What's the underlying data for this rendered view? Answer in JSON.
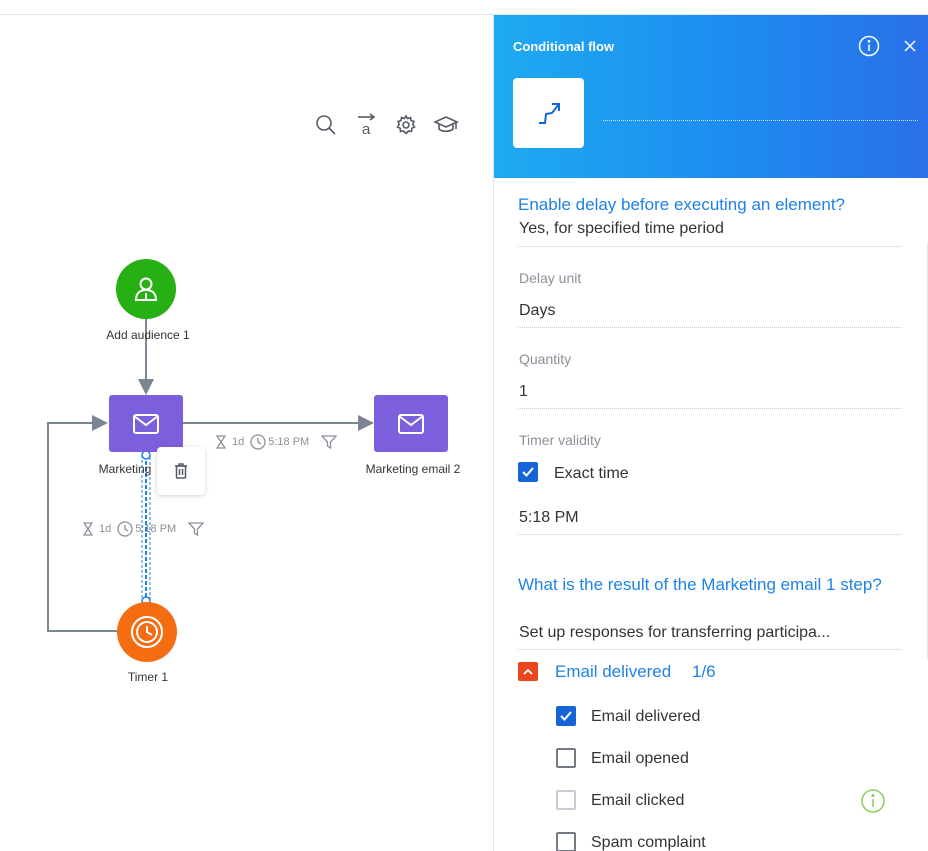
{
  "canvas": {
    "toolbar": {
      "search_icon": "search-icon",
      "sort_icon": "sort-alpha-icon",
      "sort_letter": "a",
      "settings_icon": "gear-icon",
      "academy_icon": "graduation-cap-icon"
    },
    "nodes": {
      "audience": {
        "label": "Add audience 1",
        "color": "#27b014",
        "icon": "audience-user-icon"
      },
      "email1": {
        "label": "Marketing",
        "color": "#7c5fdc",
        "icon": "envelope-icon"
      },
      "email2": {
        "label": "Marketing email 2",
        "color": "#7c5fdc",
        "icon": "envelope-icon"
      },
      "timer": {
        "label": "Timer 1",
        "color": "#f46d13",
        "icon": "clock-icon"
      }
    },
    "edge_right": {
      "delay": "1d",
      "time": "5:18 PM"
    },
    "edge_down": {
      "delay": "1d",
      "time": "5:18 PM"
    },
    "delete_icon": "trash-icon"
  },
  "panel": {
    "title": "Conditional flow",
    "info_icon": "info-icon",
    "close_icon": "close-icon",
    "element_icon": "conditional-flow-arrow-icon",
    "header_color": "#1d8cf0",
    "question_delay": "Enable delay before executing an element?",
    "delay_answer": "Yes, for specified time period",
    "delay_unit_label": "Delay unit",
    "delay_unit_value": "Days",
    "quantity_label": "Quantity",
    "quantity_value": "1",
    "timer_validity_label": "Timer validity",
    "exact_time_label": "Exact time",
    "exact_time_checked": true,
    "time_value": "5:18 PM",
    "question_result": "What is the result of the Marketing email 1 step?",
    "responses_value": "Set up responses for transferring participa...",
    "group": {
      "title": "Email delivered",
      "count": "1/6",
      "collapse_icon": "chevron-up-icon",
      "accent": "#e8471b",
      "items": [
        {
          "label": "Email delivered",
          "checked": true,
          "enabled": true
        },
        {
          "label": "Email opened",
          "checked": false,
          "enabled": true
        },
        {
          "label": "Email clicked",
          "checked": false,
          "enabled": false
        },
        {
          "label": "Spam complaint",
          "checked": false,
          "enabled": true
        }
      ],
      "hint_icon": "info-circle-green-icon"
    }
  }
}
